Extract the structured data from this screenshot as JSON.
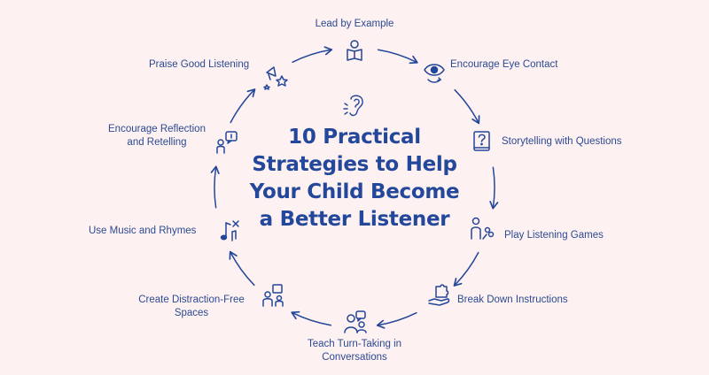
{
  "title_lines": [
    "10 Practical",
    "Strategies to Help",
    "Your Child Become",
    "a Better Listener"
  ],
  "strategies": [
    {
      "label": "Lead by Example",
      "icon": "teacher-with-book-icon"
    },
    {
      "label": "Encourage Eye Contact",
      "icon": "eye-icon"
    },
    {
      "label": "Storytelling with Questions",
      "icon": "question-book-icon"
    },
    {
      "label": "Play Listening Games",
      "icon": "kids-playing-icon"
    },
    {
      "label": "Break Down Instructions",
      "icon": "puzzle-hand-icon"
    },
    {
      "label_lines": [
        "Teach Turn-Taking in",
        "Conversations"
      ],
      "icon": "people-talking-icon"
    },
    {
      "label_lines": [
        "Create Distraction-Free",
        "Spaces"
      ],
      "icon": "family-room-icon"
    },
    {
      "label": "Use Music and Rhymes",
      "icon": "music-notes-icon"
    },
    {
      "label_lines": [
        "Encourage Reflection",
        "and Retelling"
      ],
      "icon": "person-speech-icon"
    },
    {
      "label": "Praise Good Listening",
      "icon": "megaphone-stars-icon"
    }
  ],
  "colors": {
    "background": "#fdf1f1",
    "primary": "#23479a",
    "text": "#2b4a93"
  },
  "decor_icon": "ear-icon"
}
